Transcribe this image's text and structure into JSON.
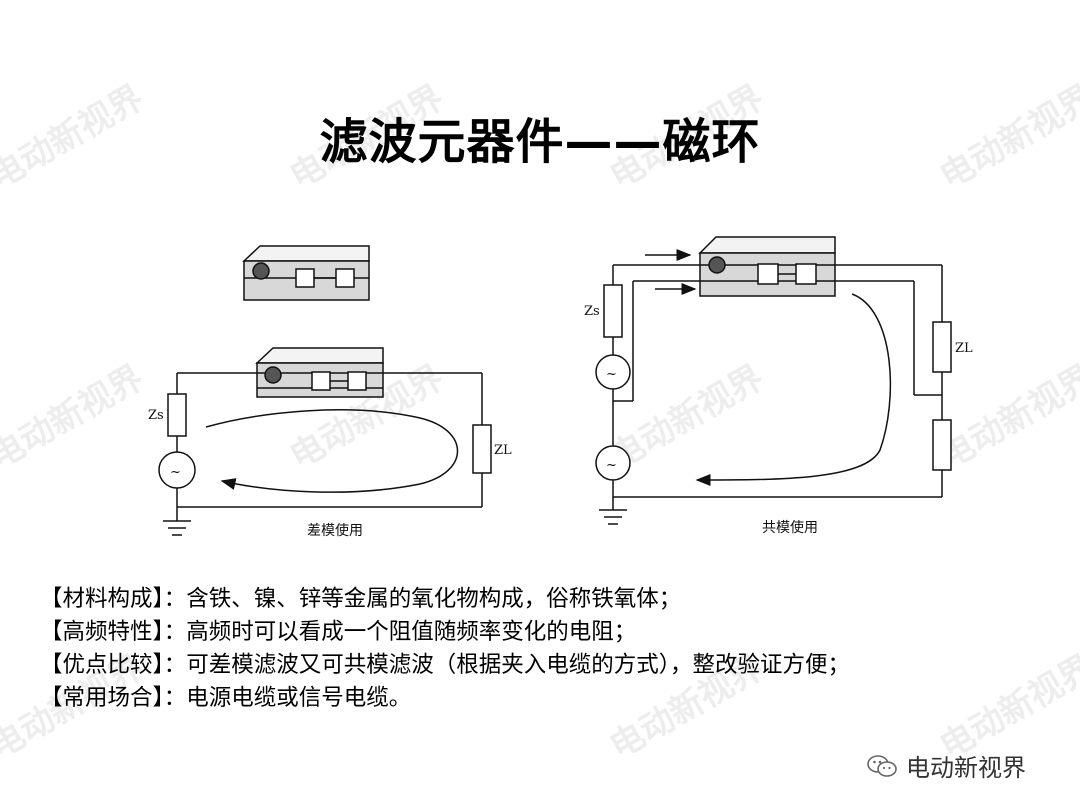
{
  "title": "滤波元器件——磁环",
  "diagram": {
    "left_caption": "差模使用",
    "right_caption": "共模使用",
    "zs_label": "Zs",
    "zl_label": "ZL",
    "ac_symbol": "~"
  },
  "notes": [
    {
      "key": "【材料构成】",
      "sep": "：",
      "text": "含铁、镍、锌等金属的氧化物构成，俗称铁氧体；"
    },
    {
      "key": "【高频特性】",
      "sep": "：",
      "text": "高频时可以看成一个阻值随频率变化的电阻；"
    },
    {
      "key": "【优点比较】",
      "sep": "：",
      "text": "可差模滤波又可共模滤波（根据夹入电缆的方式），整改验证方便；"
    },
    {
      "key": "【常用场合】",
      "sep": "：",
      "text": "电源电缆或信号电缆。"
    }
  ],
  "watermark": "电动新视界",
  "brand": "电动新视界"
}
